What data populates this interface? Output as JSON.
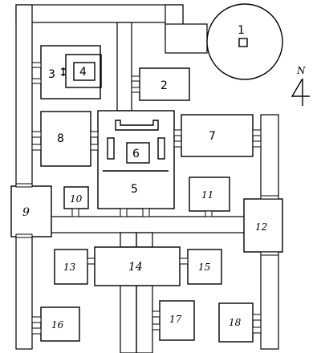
{
  "compass": {
    "letter": "N"
  },
  "rooms": [
    {
      "id": "room-1",
      "label": "1"
    },
    {
      "id": "room-2",
      "label": "2"
    },
    {
      "id": "room-3",
      "label": "3"
    },
    {
      "id": "room-4",
      "label": "4"
    },
    {
      "id": "room-5",
      "label": "5"
    },
    {
      "id": "room-6",
      "label": "6"
    },
    {
      "id": "room-7",
      "label": "7"
    },
    {
      "id": "room-8",
      "label": "8"
    },
    {
      "id": "room-9",
      "label": "9"
    },
    {
      "id": "room-10",
      "label": "10"
    },
    {
      "id": "room-11",
      "label": "11"
    },
    {
      "id": "room-12",
      "label": "12"
    },
    {
      "id": "room-13",
      "label": "13"
    },
    {
      "id": "room-14",
      "label": "14"
    },
    {
      "id": "room-15",
      "label": "15"
    },
    {
      "id": "room-16",
      "label": "16"
    },
    {
      "id": "room-17",
      "label": "17"
    },
    {
      "id": "room-18",
      "label": "18"
    }
  ]
}
